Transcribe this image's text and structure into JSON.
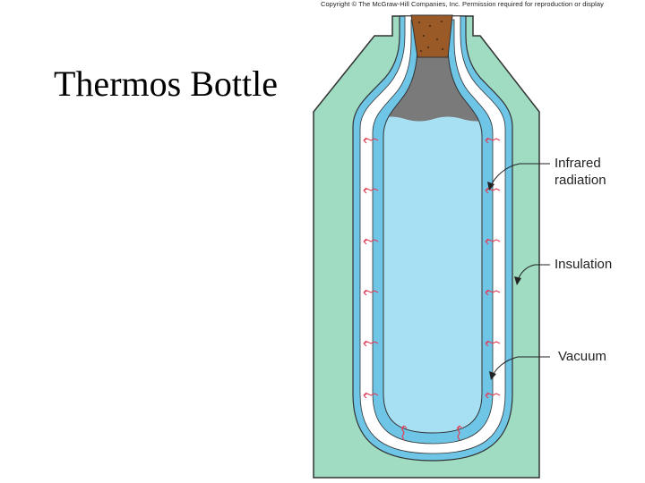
{
  "slide": {
    "title": "Thermos Bottle"
  },
  "diagram": {
    "copyright": "Copyright © The McGraw-Hill Companies, Inc. Permission required for reproduction or display",
    "labels": {
      "infrared_line1": "Infrared",
      "infrared_line2": "radiation",
      "insulation": "Insulation",
      "vacuum": "Vacuum"
    },
    "colors": {
      "insulation": "#9fdcc2",
      "wall": "#6ec5e6",
      "vacuum_gap": "#ffffff",
      "liquid": "#a8e0f3",
      "air": "#7a7a7a",
      "cork": "#9a5a28",
      "radiation_arrow": "#e0405a",
      "outline": "#333333"
    }
  }
}
